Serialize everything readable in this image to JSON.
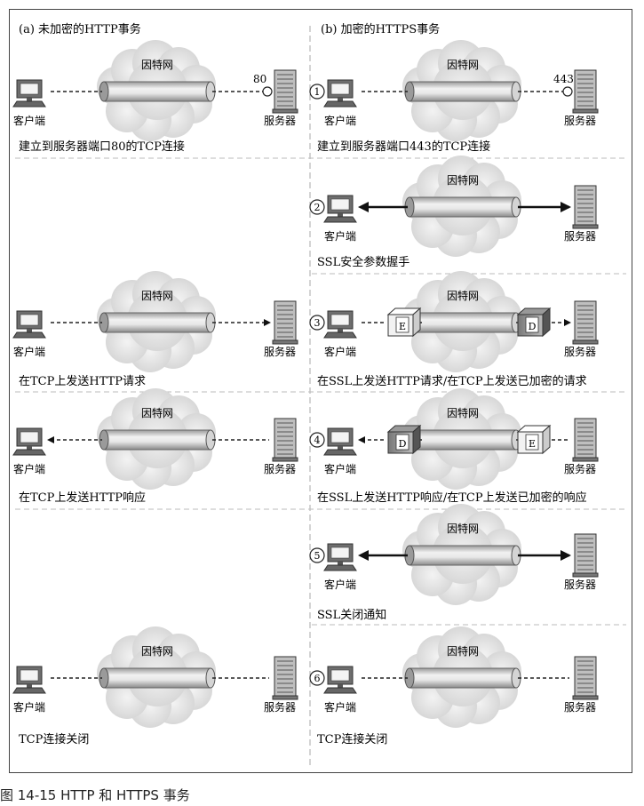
{
  "headings": {
    "left": "(a) 未加密的HTTP事务",
    "right": "(b) 加密的HTTPS事务"
  },
  "labels": {
    "client": "客户端",
    "server": "服务器",
    "internet": "因特网"
  },
  "ports": {
    "http": "80",
    "https": "443"
  },
  "steps": {
    "s1": {
      "num": "1",
      "left": "建立到服务器端口80的TCP连接",
      "right": "建立到服务器端口443的TCP连接"
    },
    "s2": {
      "num": "2",
      "right": "SSL安全参数握手"
    },
    "s3": {
      "num": "3",
      "left": "在TCP上发送HTTP请求",
      "right": "在SSL上发送HTTP请求/在TCP上发送已加密的请求"
    },
    "s4": {
      "num": "4",
      "left": "在TCP上发送HTTP响应",
      "right": "在SSL上发送HTTP响应/在TCP上发送已加密的响应"
    },
    "s5": {
      "num": "5",
      "right": "SSL关闭通知"
    },
    "s6": {
      "num": "6",
      "left": "TCP连接关闭",
      "right": "TCP连接关闭"
    }
  },
  "packets": {
    "encrypt": "E",
    "decrypt": "D"
  },
  "caption": "图 14-15 HTTP 和 HTTPS 事务"
}
